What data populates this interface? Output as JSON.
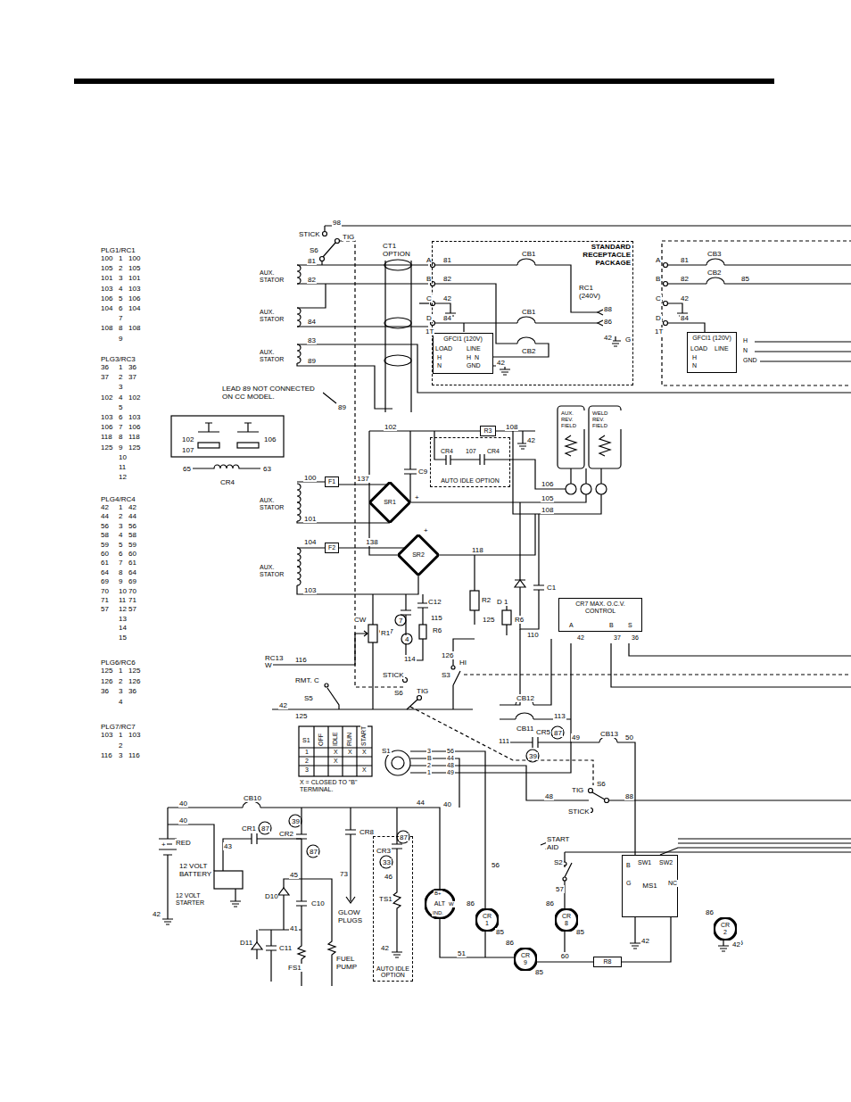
{
  "diagram": {
    "nodes": [
      {
        "text": [
          "STANDARD RECEPTACLE PACKAGE"
        ]
      },
      {
        "text": [
          "GFCI1 (120V)"
        ],
        "in": 0
      },
      {
        "text": [
          "GFCI1 (120V)"
        ]
      },
      {
        "text": [
          "AUTO IDLE OPTION"
        ]
      },
      {
        "text": [
          "R3"
        ]
      },
      {
        "text": [
          "F1"
        ]
      },
      {
        "text": [
          "SR1"
        ]
      },
      {
        "text": [
          "F2"
        ]
      },
      {
        "text": [
          "SR2"
        ]
      },
      {
        "text": [
          "CR7 MAX. O.C.V. CONTROL"
        ]
      },
      {
        "text": [
          "AUTO IDLE OPTION"
        ]
      },
      {
        "text": [
          "R8"
        ]
      },
      {
        "text": [
          "CR 1"
        ]
      },
      {
        "text": [
          "CR 8"
        ]
      },
      {
        "text": [
          "CR 9"
        ]
      },
      {
        "text": [
          "CR 2"
        ]
      },
      {
        "text": [
          "MS1"
        ]
      },
      {
        "text": [
          "ALT"
        ]
      }
    ],
    "edges": [
      {
        "from": 5,
        "to": 6,
        "arrow": "none",
        "label": "137"
      },
      {
        "from": 7,
        "to": 8,
        "arrow": "none",
        "label": "138"
      },
      {
        "from": 14,
        "to": 11,
        "arrow": "none",
        "label": "60"
      }
    ],
    "labels": [
      "PLG1/RC1",
      "100",
      "1",
      "100",
      "105",
      "2",
      "105",
      "101",
      "3",
      "101",
      "103",
      "4",
      "103",
      "106",
      "5",
      "106",
      "104",
      "6",
      "104",
      "7",
      "108",
      "8",
      "108",
      "9",
      "PLG3/RC3",
      "36",
      "1",
      "36",
      "37",
      "2",
      "37",
      "3",
      "102",
      "4",
      "102",
      "5",
      "103",
      "6",
      "103",
      "106",
      "7",
      "106",
      "118",
      "8",
      "118",
      "125",
      "9",
      "125",
      "10",
      "11",
      "12",
      "PLG4/RC4",
      "42",
      "1",
      "42",
      "44",
      "2",
      "44",
      "56",
      "3",
      "56",
      "58",
      "4",
      "58",
      "59",
      "5",
      "59",
      "60",
      "6",
      "60",
      "61",
      "7",
      "61",
      "64",
      "8",
      "64",
      "69",
      "9",
      "69",
      "70",
      "10",
      "70",
      "71",
      "11",
      "71",
      "57",
      "12",
      "57",
      "13",
      "14",
      "15",
      "PLG6/RC6",
      "125",
      "1",
      "125",
      "126",
      "2",
      "126",
      "36",
      "3",
      "36",
      "4",
      "PLG7/RC7",
      "103",
      "1",
      "103",
      "2",
      "116",
      "3",
      "116",
      "98",
      "STICK",
      "TIG",
      "S6",
      "CT1 OPTION",
      "81",
      "AUX. STATOR",
      "82",
      "AUX. STATOR",
      "84",
      "83",
      "AUX. STATOR",
      "89",
      "A",
      "81",
      "B",
      "82",
      "C",
      "42",
      "D",
      "84",
      "1T",
      "CB1",
      "CB1",
      "CB2",
      "RC1 (240V)",
      "88",
      "86",
      "42",
      "G",
      "42",
      "A",
      "81",
      "CB3",
      "B",
      "82",
      "CB2",
      "85",
      "C",
      "42",
      "D",
      "84",
      "1T",
      "LOAD",
      "H",
      "N",
      "LINE",
      "H",
      "N",
      "GND",
      "LOAD",
      "H",
      "N",
      "LINE",
      "H",
      "N",
      "GND",
      "LEAD 89 NOT CONNECTED ON CC MODEL.",
      "89",
      "102",
      "107",
      "106",
      "65",
      "63",
      "CR4",
      "102",
      "108",
      "42",
      "CR4",
      "107",
      "CR4",
      "AUX. REV. FIELD",
      "WELD REV. FIELD",
      "106",
      "105",
      "108",
      "100",
      "C9",
      "AUX. STATOR",
      "101",
      "+",
      "104",
      "+",
      "118",
      "AUX. STATOR",
      "103",
      "R2",
      "125",
      "D 1",
      "C1",
      "R6",
      "110",
      "C12",
      "115",
      "7",
      "CR7",
      "4",
      "R6",
      "114",
      "CW",
      "R1",
      "RC13",
      "W",
      "116",
      "RMT. C",
      "S5",
      "42",
      "125",
      "STICK",
      "S6",
      "TIG",
      "126",
      "HI",
      "S3",
      "A",
      "42",
      "B",
      "37",
      "S",
      "36",
      "CB12",
      "CB11",
      "113",
      "111",
      "CR5",
      "87",
      "39",
      "49",
      "CB13",
      "50",
      "S1",
      "OFF",
      "IDLE",
      "RUN",
      "START",
      "1",
      "X",
      "X",
      "X",
      "2",
      "X",
      "3",
      "X",
      "X = CLOSED TO \"B\" TERMINAL.",
      "S1",
      "3",
      "B",
      "2",
      "1",
      "56",
      "44",
      "48",
      "49",
      "TIG",
      "S6",
      "STICK",
      "48",
      "88",
      "40",
      "CB10",
      "44",
      "40",
      "40",
      "43",
      "CR1",
      "87",
      "CR2",
      "87",
      "39",
      "CR8",
      "73",
      "GLOW PLUGS",
      "45",
      "D10",
      "C10",
      "41",
      "C11",
      "D11",
      "FS1",
      "FUEL PUMP",
      "+",
      "RED",
      "12 VOLT BATTERY",
      "42",
      "12 VOLT STARTER",
      "CR3",
      "87",
      "33",
      "46",
      "TS1",
      "42",
      "56",
      "B+",
      "W",
      "IND.",
      "51",
      "START AID",
      "S2",
      "57",
      "86",
      "85",
      "86",
      "85",
      "86",
      "85",
      "86",
      "85",
      "B",
      "SW1",
      "SW2",
      "G",
      "NC",
      "42",
      "42"
    ]
  }
}
